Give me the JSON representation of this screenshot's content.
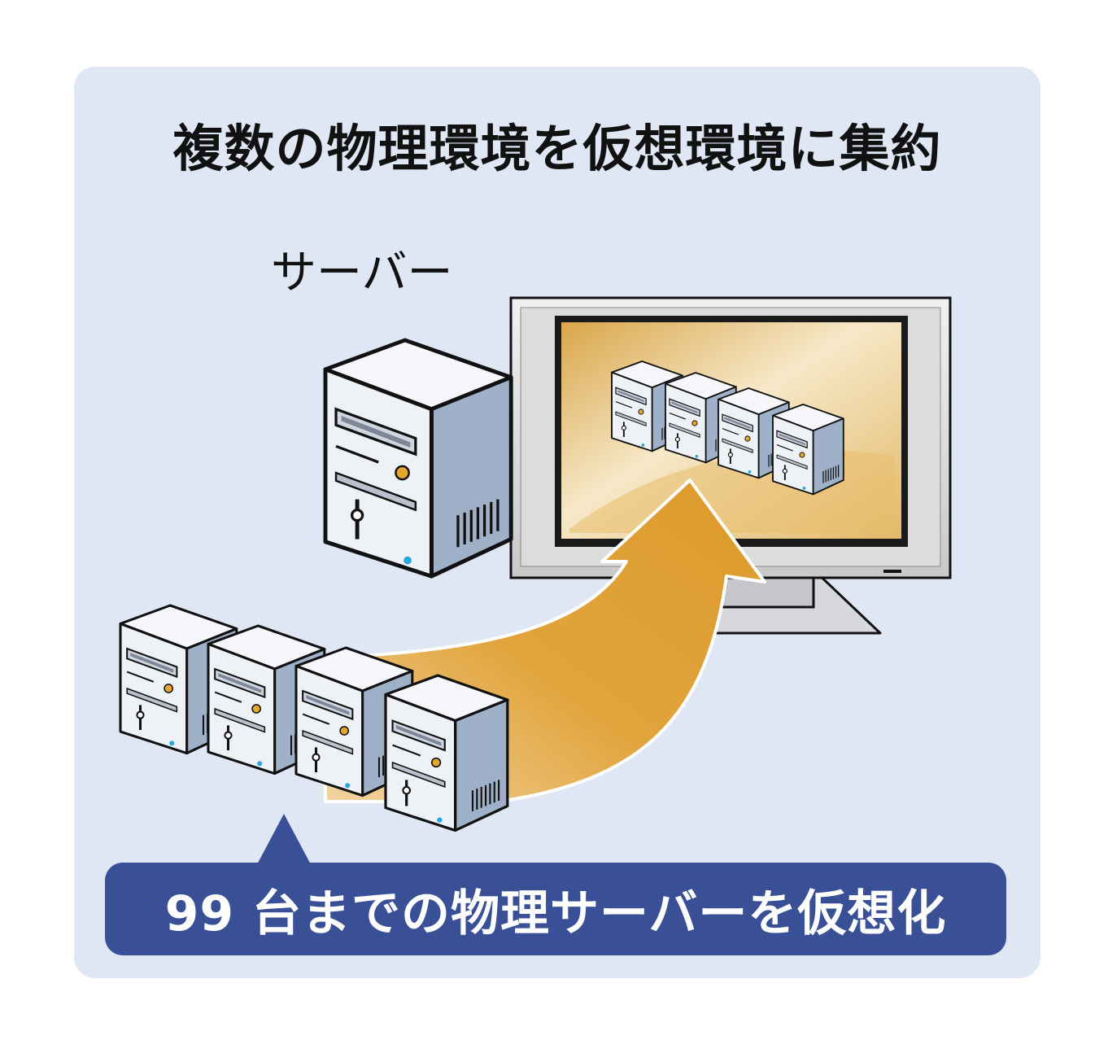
{
  "title": "複数の物理環境を仮想環境に集約",
  "server_label": "サーバー",
  "callout": "99 台までの物理サーバーを仮想化",
  "colors": {
    "panel_bg": "#dfe6f4",
    "callout_bg": "#3a5096",
    "arrow": "#e0a23a",
    "screen": "#e9cb87"
  },
  "icons": [
    "server-tower-icon",
    "monitor-icon",
    "curved-arrow-icon"
  ]
}
